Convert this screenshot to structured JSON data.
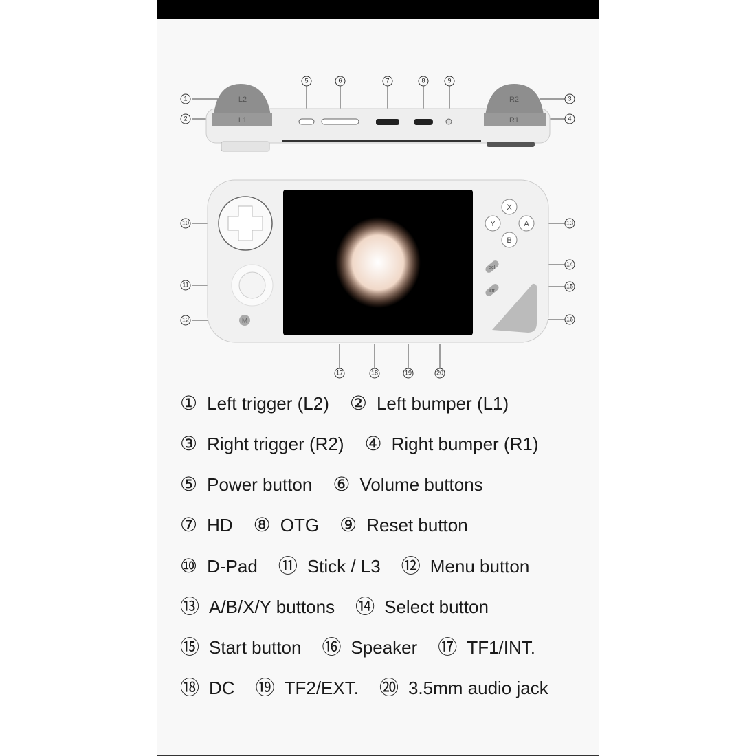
{
  "device": {
    "top": {
      "l2": "L2",
      "l1": "L1",
      "r2": "R2",
      "r1": "R1"
    },
    "face": {
      "x": "X",
      "y": "Y",
      "a": "A",
      "b": "B",
      "sel": "sel",
      "str": "str",
      "menu": "M"
    }
  },
  "callouts": [
    "1",
    "2",
    "3",
    "4",
    "5",
    "6",
    "7",
    "8",
    "9",
    "10",
    "11",
    "12",
    "13",
    "14",
    "15",
    "16",
    "17",
    "18",
    "19",
    "20"
  ],
  "legend": [
    [
      {
        "num": "①",
        "label": "Left trigger (L2)"
      },
      {
        "num": "②",
        "label": "Left bumper (L1)"
      }
    ],
    [
      {
        "num": "③",
        "label": "Right trigger (R2)"
      },
      {
        "num": "④",
        "label": "Right bumper (R1)"
      }
    ],
    [
      {
        "num": "⑤",
        "label": "Power button"
      },
      {
        "num": "⑥",
        "label": "Volume buttons"
      }
    ],
    [
      {
        "num": "⑦",
        "label": "HD"
      },
      {
        "num": "⑧",
        "label": "OTG"
      },
      {
        "num": "⑨",
        "label": "Reset button"
      }
    ],
    [
      {
        "num": "⑩",
        "label": "D-Pad"
      },
      {
        "num": "⑪",
        "label": "Stick / L3"
      },
      {
        "num": "⑫",
        "label": "Menu button"
      }
    ],
    [
      {
        "num": "⑬",
        "label": "A/B/X/Y buttons"
      },
      {
        "num": "⑭",
        "label": "Select button"
      }
    ],
    [
      {
        "num": "⑮",
        "label": "Start button"
      },
      {
        "num": "⑯",
        "label": "Speaker"
      },
      {
        "num": "⑰",
        "label": "TF1/INT."
      }
    ],
    [
      {
        "num": "⑱",
        "label": "DC"
      },
      {
        "num": "⑲",
        "label": "TF2/EXT."
      },
      {
        "num": "⑳",
        "label": "3.5mm audio jack"
      }
    ]
  ]
}
